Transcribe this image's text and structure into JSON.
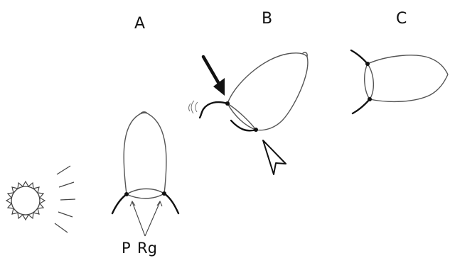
{
  "panels": {
    "a": "A",
    "b": "B",
    "c": "C"
  },
  "labels": {
    "p": "P",
    "rg": "Rg"
  },
  "icons": {
    "sun": "sun-icon",
    "arrow": "black-arrow-icon",
    "arrowhead": "open-arrowhead-icon"
  },
  "colors": {
    "line": "#555555",
    "ink": "#111111"
  }
}
